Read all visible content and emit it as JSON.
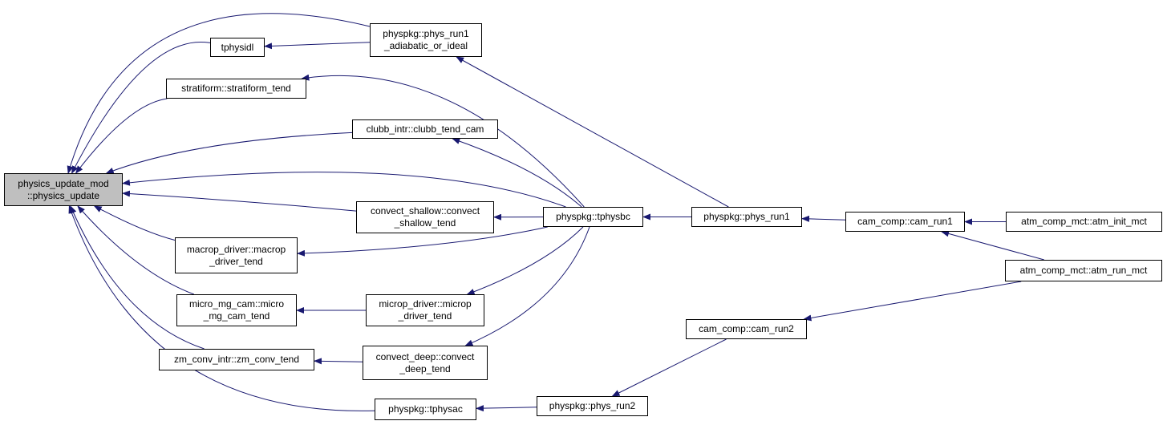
{
  "graph": {
    "edge_color": "#191970",
    "root_fill": "#bfbfbf",
    "nodes": [
      {
        "id": "root",
        "lines": [
          "physics_update_mod",
          "::physics_update"
        ],
        "root": true
      },
      {
        "id": "tphysidl",
        "lines": [
          "tphysidl"
        ]
      },
      {
        "id": "stratiform",
        "lines": [
          "stratiform::stratiform_tend"
        ]
      },
      {
        "id": "clubb",
        "lines": [
          "clubb_intr::clubb_tend_cam"
        ]
      },
      {
        "id": "convshallow",
        "lines": [
          "convect_shallow::convect",
          "_shallow_tend"
        ]
      },
      {
        "id": "macrop",
        "lines": [
          "macrop_driver::macrop",
          "_driver_tend"
        ]
      },
      {
        "id": "micromg",
        "lines": [
          "micro_mg_cam::micro",
          "_mg_cam_tend"
        ]
      },
      {
        "id": "zmconv",
        "lines": [
          "zm_conv_intr::zm_conv_tend"
        ]
      },
      {
        "id": "tphysac",
        "lines": [
          "physpkg::tphysac"
        ]
      },
      {
        "id": "physrun1adi",
        "lines": [
          "physpkg::phys_run1",
          "_adiabatic_or_ideal"
        ]
      },
      {
        "id": "microp",
        "lines": [
          "microp_driver::microp",
          "_driver_tend"
        ]
      },
      {
        "id": "convdeep",
        "lines": [
          "convect_deep::convect",
          "_deep_tend"
        ]
      },
      {
        "id": "tphysbc",
        "lines": [
          "physpkg::tphysbc"
        ]
      },
      {
        "id": "physrun2",
        "lines": [
          "physpkg::phys_run2"
        ]
      },
      {
        "id": "physrun1",
        "lines": [
          "physpkg::phys_run1"
        ]
      },
      {
        "id": "camrun2",
        "lines": [
          "cam_comp::cam_run2"
        ]
      },
      {
        "id": "camrun1",
        "lines": [
          "cam_comp::cam_run1"
        ]
      },
      {
        "id": "atminit",
        "lines": [
          "atm_comp_mct::atm_init_mct"
        ]
      },
      {
        "id": "atmrun",
        "lines": [
          "atm_comp_mct::atm_run_mct"
        ]
      }
    ],
    "edges": [
      {
        "from": "physrun1adi",
        "to": "root"
      },
      {
        "from": "tphysidl",
        "to": "root"
      },
      {
        "from": "stratiform",
        "to": "root"
      },
      {
        "from": "clubb",
        "to": "root"
      },
      {
        "from": "tphysbc",
        "to": "root"
      },
      {
        "from": "convshallow",
        "to": "root"
      },
      {
        "from": "macrop",
        "to": "root"
      },
      {
        "from": "micromg",
        "to": "root"
      },
      {
        "from": "zmconv",
        "to": "root"
      },
      {
        "from": "tphysac",
        "to": "root"
      },
      {
        "from": "physrun1adi",
        "to": "tphysidl"
      },
      {
        "from": "tphysbc",
        "to": "stratiform"
      },
      {
        "from": "tphysbc",
        "to": "clubb"
      },
      {
        "from": "tphysbc",
        "to": "convshallow"
      },
      {
        "from": "tphysbc",
        "to": "macrop"
      },
      {
        "from": "microp",
        "to": "micromg"
      },
      {
        "from": "tphysbc",
        "to": "microp"
      },
      {
        "from": "convdeep",
        "to": "zmconv"
      },
      {
        "from": "tphysbc",
        "to": "convdeep"
      },
      {
        "from": "physrun2",
        "to": "tphysac"
      },
      {
        "from": "physrun1",
        "to": "physrun1adi"
      },
      {
        "from": "physrun1",
        "to": "tphysbc"
      },
      {
        "from": "camrun1",
        "to": "physrun1"
      },
      {
        "from": "camrun2",
        "to": "physrun2"
      },
      {
        "from": "atminit",
        "to": "camrun1"
      },
      {
        "from": "atmrun",
        "to": "camrun1"
      },
      {
        "from": "atmrun",
        "to": "camrun2"
      }
    ]
  }
}
